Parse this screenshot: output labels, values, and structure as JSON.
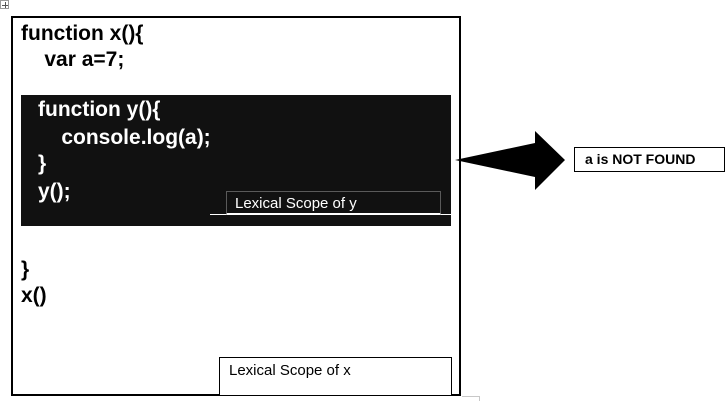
{
  "outer_scope": {
    "code_lines": [
      "function x(){",
      "    var a=7;"
    ],
    "closing_lines": [
      "}",
      "x()"
    ],
    "label": "Lexical Scope of x"
  },
  "inner_scope": {
    "code_lines": [
      "function y(){",
      "    console.log(a);",
      "}",
      "y();"
    ],
    "label": "Lexical Scope of y"
  },
  "result": {
    "text": "a is NOT FOUND"
  },
  "colors": {
    "inner_background": "#111111",
    "arrow": "#000000",
    "border": "#000000"
  },
  "icons": {
    "anchor": "move-anchor-icon",
    "arrow": "left-pointing-arrow-icon"
  }
}
